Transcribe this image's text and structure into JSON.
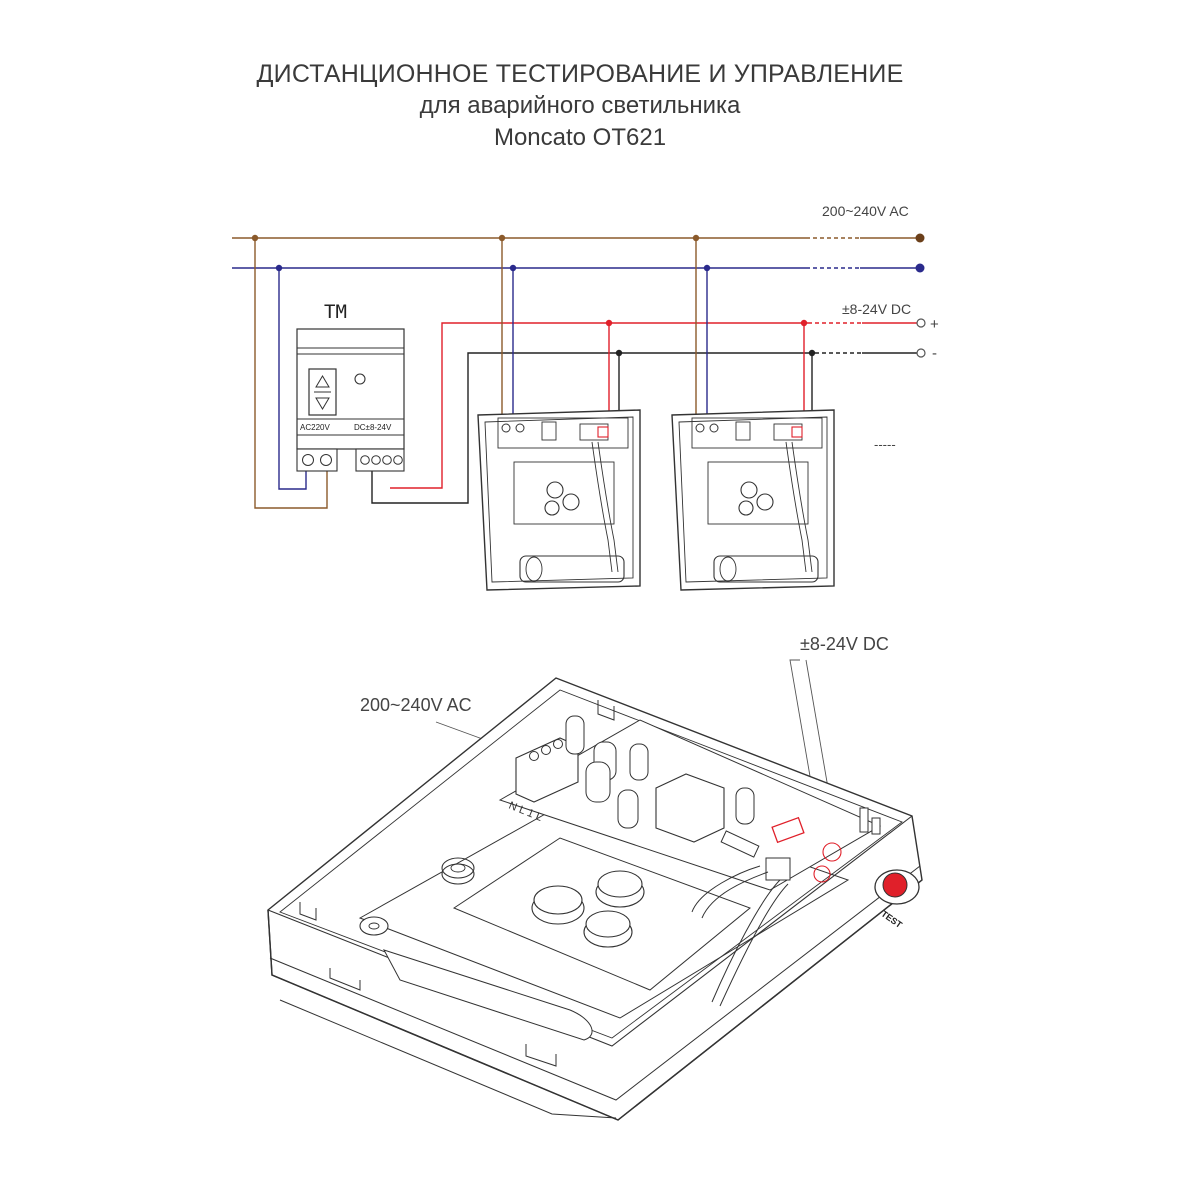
{
  "title": {
    "line1": "ДИСТАНЦИОННОЕ ТЕСТИРОВАНИЕ И УПРАВЛЕНИЕ",
    "line2": "для аварийного светильника",
    "line3": "Moncato OT621"
  },
  "wiring": {
    "ac_label": "200~240V AC",
    "dc_label": "±8-24V DC",
    "plus_sign": "+",
    "minus_sign": "-",
    "continuation": "-----",
    "colors": {
      "live": "#8B5A2B",
      "neutral": "#2a2a8c",
      "dc_plus": "#e0202a",
      "dc_minus": "#222222"
    }
  },
  "tm_module": {
    "name": "TM",
    "ac_terminal_label": "AC220V",
    "dc_terminal_label": "DC±8-24V",
    "icon": "up-down-arrows-icon"
  },
  "detail_view": {
    "ac_label": "200~240V AC",
    "dc_label": "±8-24V DC",
    "terminal_marks": "N L 1 L",
    "test_button_label": "TEST"
  }
}
